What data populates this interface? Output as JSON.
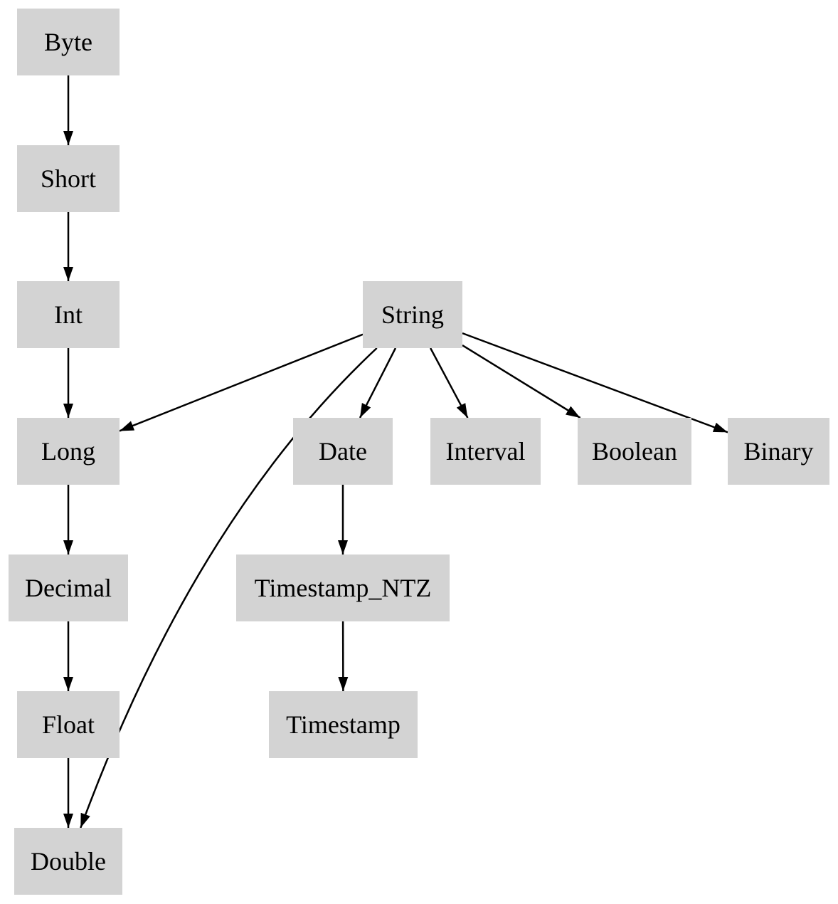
{
  "diagram": {
    "background_color": "#ffffff",
    "node_fill_color": "#d3d3d3",
    "node_text_color": "#000000",
    "edge_color": "#000000",
    "nodes": [
      {
        "id": "byte",
        "label": "Byte"
      },
      {
        "id": "short",
        "label": "Short"
      },
      {
        "id": "int",
        "label": "Int"
      },
      {
        "id": "string",
        "label": "String"
      },
      {
        "id": "long",
        "label": "Long"
      },
      {
        "id": "date",
        "label": "Date"
      },
      {
        "id": "interval",
        "label": "Interval"
      },
      {
        "id": "boolean",
        "label": "Boolean"
      },
      {
        "id": "binary",
        "label": "Binary"
      },
      {
        "id": "decimal",
        "label": "Decimal"
      },
      {
        "id": "timestamp_ntz",
        "label": "Timestamp_NTZ"
      },
      {
        "id": "float",
        "label": "Float"
      },
      {
        "id": "timestamp",
        "label": "Timestamp"
      },
      {
        "id": "double",
        "label": "Double"
      }
    ],
    "edges": [
      {
        "from": "byte",
        "to": "short"
      },
      {
        "from": "short",
        "to": "int"
      },
      {
        "from": "int",
        "to": "long"
      },
      {
        "from": "long",
        "to": "decimal"
      },
      {
        "from": "decimal",
        "to": "float"
      },
      {
        "from": "float",
        "to": "double"
      },
      {
        "from": "string",
        "to": "long"
      },
      {
        "from": "string",
        "to": "date"
      },
      {
        "from": "string",
        "to": "interval"
      },
      {
        "from": "string",
        "to": "boolean"
      },
      {
        "from": "string",
        "to": "binary"
      },
      {
        "from": "string",
        "to": "double",
        "curve": [
          273,
          729
        ]
      },
      {
        "from": "date",
        "to": "timestamp_ntz"
      },
      {
        "from": "timestamp_ntz",
        "to": "timestamp"
      }
    ]
  }
}
